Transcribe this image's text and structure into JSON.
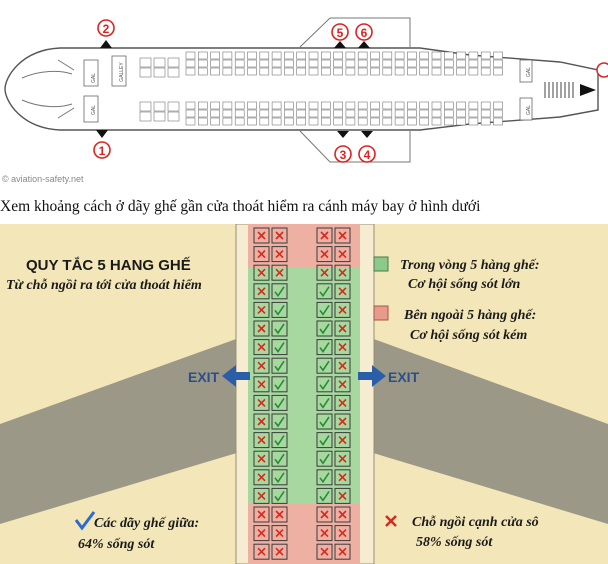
{
  "top_diagram": {
    "exit_numbers": [
      "1",
      "2",
      "3",
      "4",
      "5",
      "6"
    ],
    "watermark": "© aviation-safety.net",
    "galley_labels": [
      "GAL",
      "GALLEY",
      "GAL",
      "GAL",
      "GAL"
    ]
  },
  "caption": "Xem khoảng cách ở dãy ghế gần cửa thoát hiểm ra cánh máy bay ở hình dưới",
  "infographic": {
    "title": "QUY TẮC 5 HANG GHẾ",
    "subtitle": "Từ chỗ ngồi ra tới cửa thoát hiểm",
    "legend": [
      {
        "line1": "Trong vòng 5 hàng ghế:",
        "line2": "Cơ hội sống sót lớn",
        "color": "#8dc98a"
      },
      {
        "line1": "Bên ngoài 5 hàng ghế:",
        "line2": "Cơ hội sống sót kém",
        "color": "#e89a8c"
      }
    ],
    "exit_left": "EXIT",
    "exit_right": "EXIT",
    "stat_left": {
      "line1": "Các dãy ghế giữa:",
      "line2": "64% sống sót"
    },
    "stat_right": {
      "line1": "Chỗ ngồi cạnh cửa sô",
      "line2": "58% sống sót"
    },
    "colors": {
      "background": "#f3e6b9",
      "wing": "#9c9887",
      "fuselage": "#f5ecd2",
      "green_zone": "#a7d8a0",
      "red_zone": "#efb0a4",
      "arrow": "#2a5fa8",
      "cross": "#d42a20",
      "check": "#2a8a3a"
    }
  }
}
